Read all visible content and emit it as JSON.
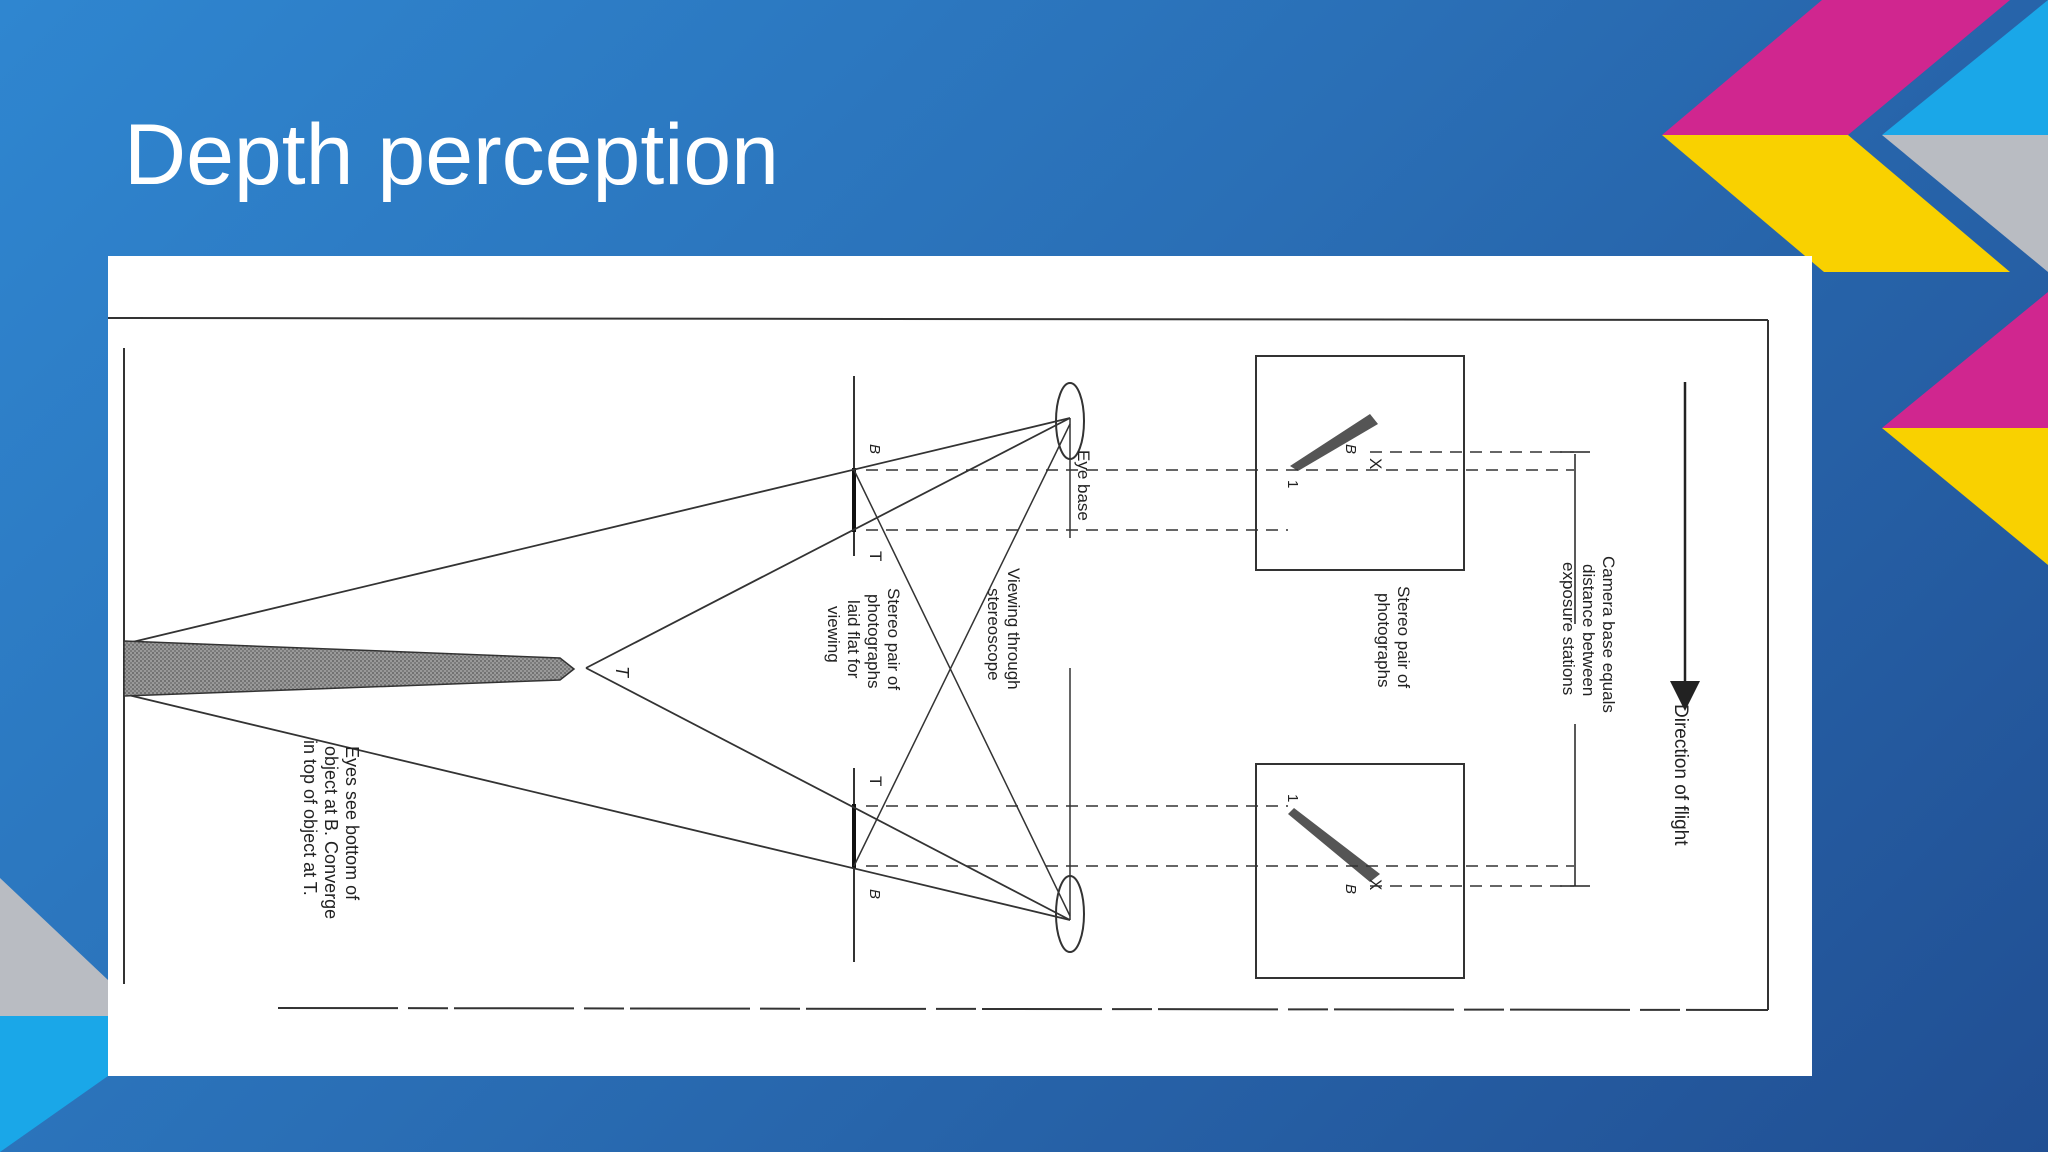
{
  "slide": {
    "title": "Depth perception"
  },
  "figure": {
    "labels": {
      "direction_of_flight": "Direction of flight",
      "camera_base_1": "Camera base equals",
      "camera_base_2": "distance between",
      "camera_base_3": "exposure stations",
      "stereo_pair_photos_1": "Stereo pair of",
      "stereo_pair_photos_2": "photographs",
      "eye_base": "Eye base",
      "viewing_1": "Viewing through",
      "viewing_2": "stereoscope",
      "laid_flat_1": "Stereo pair of",
      "laid_flat_2": "photographs",
      "laid_flat_3": "laid flat for",
      "laid_flat_4": "viewing",
      "eyes_see_1": "Eyes see bottom of",
      "eyes_see_2": "object at B. Converge",
      "eyes_see_3": "in top of object at T.",
      "point_b": "B",
      "point_t": "T",
      "point_one": "1",
      "point_x": "X"
    }
  },
  "colors": {
    "background_start": "#2f86d0",
    "background_end": "#214f93",
    "accent_magenta": "#d0268f",
    "accent_yellow": "#f9d100",
    "accent_cyan": "#1aa7e8",
    "accent_gray": "#b9bcc2"
  }
}
